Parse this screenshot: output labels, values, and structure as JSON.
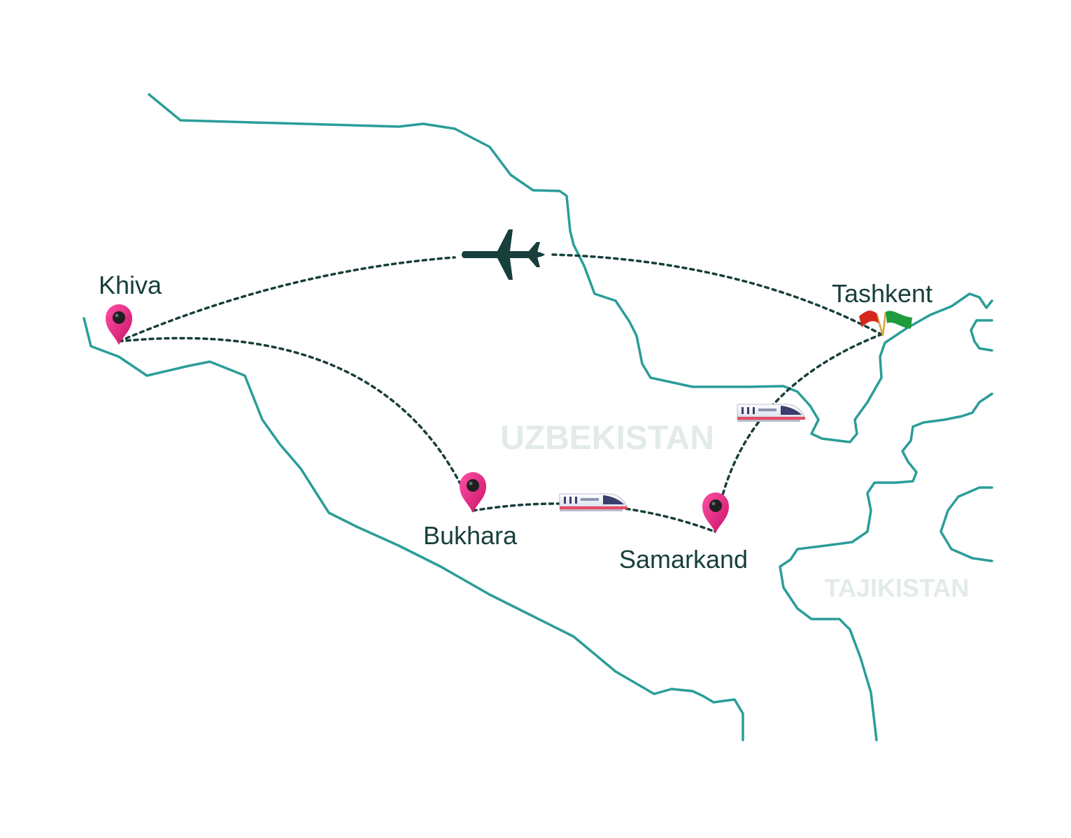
{
  "map": {
    "countries": [
      {
        "id": "uzbekistan",
        "label": "UZBEKISTAN"
      },
      {
        "id": "tajikistan",
        "label": "TAJIKISTAN"
      }
    ],
    "cities": [
      {
        "id": "khiva",
        "label": "Khiva"
      },
      {
        "id": "bukhara",
        "label": "Bukhara"
      },
      {
        "id": "samarkand",
        "label": "Samarkand"
      },
      {
        "id": "tashkent",
        "label": "Tashkent"
      }
    ],
    "routes": [
      {
        "from": "Khiva",
        "to": "Tashkent",
        "mode": "plane"
      },
      {
        "from": "Khiva",
        "to": "Bukhara",
        "mode": "road"
      },
      {
        "from": "Bukhara",
        "to": "Samarkand",
        "mode": "train"
      },
      {
        "from": "Samarkand",
        "to": "Tashkent",
        "mode": "train"
      }
    ],
    "icons": [
      "map-pin-icon",
      "airplane-icon",
      "train-icon",
      "flags-icon"
    ],
    "colors": {
      "border": "#2a9d98",
      "route": "#173f3b",
      "pin": "#e91e7e",
      "label": "#173f3b",
      "country_label": "#e3eaea"
    }
  }
}
